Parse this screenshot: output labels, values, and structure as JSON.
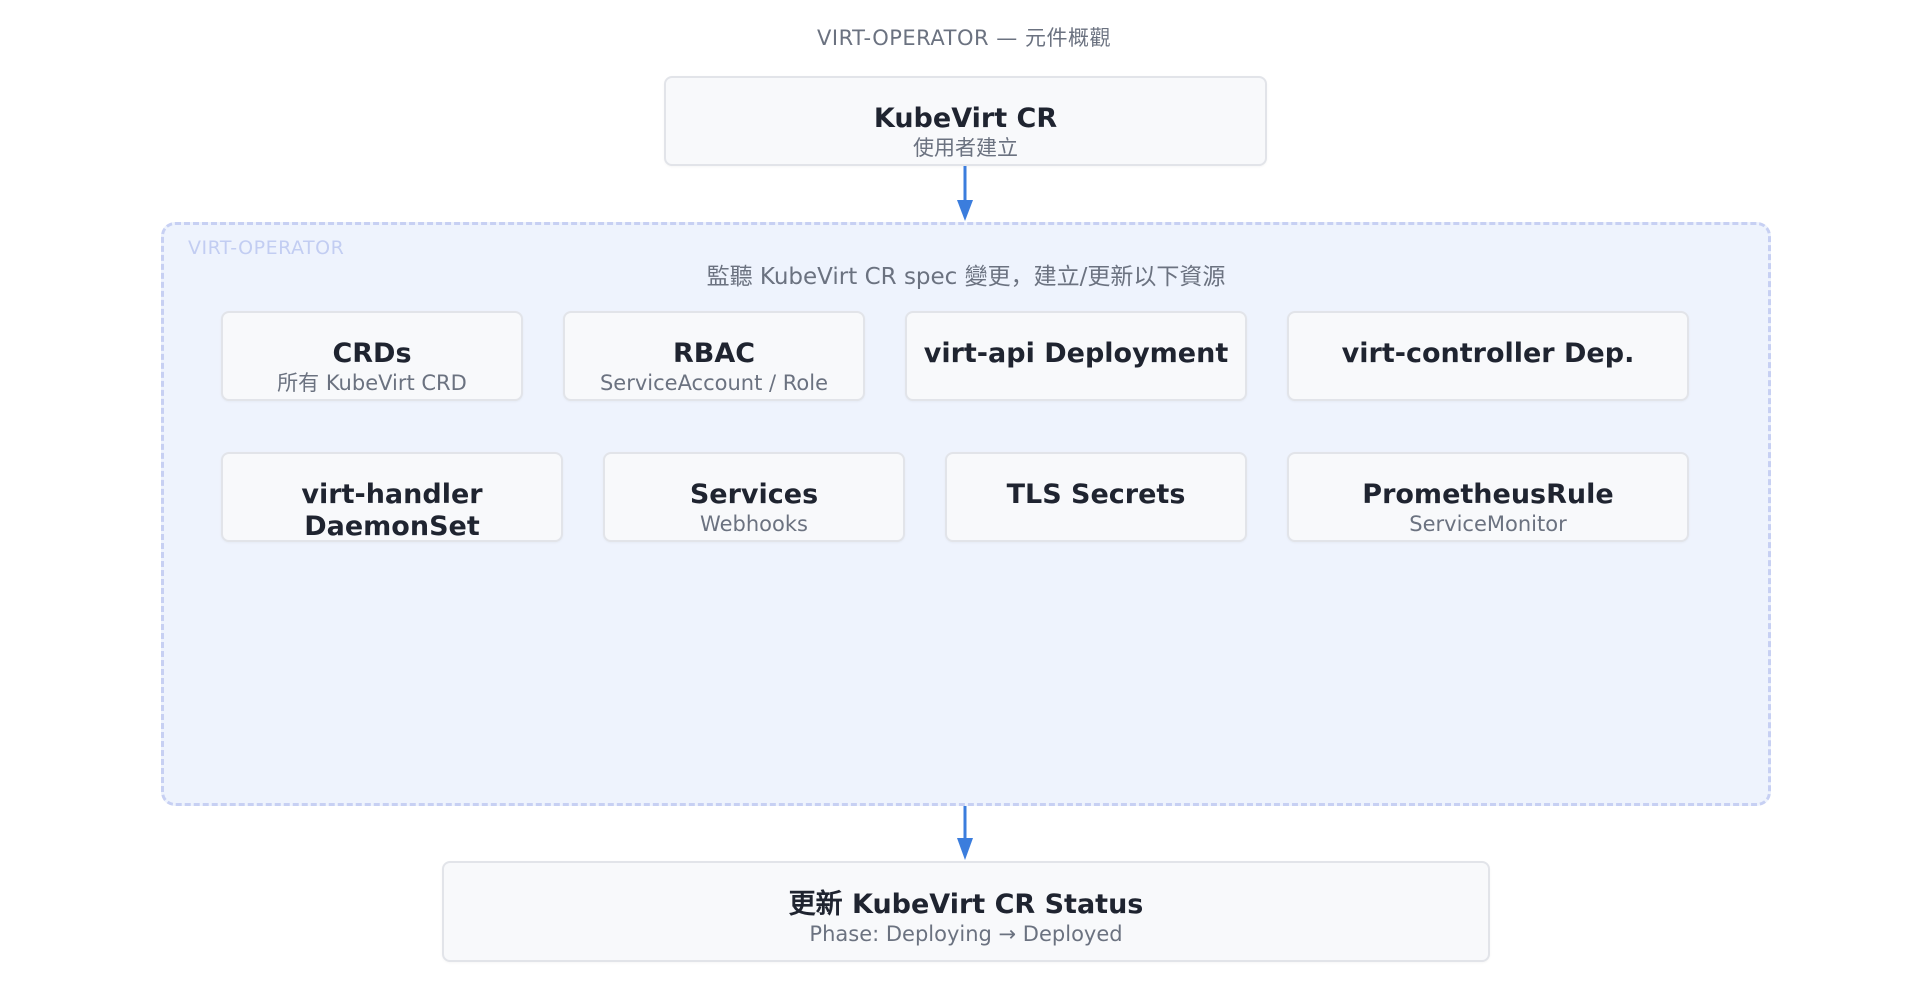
{
  "diagram": {
    "title": "VIRT-OPERATOR — 元件概觀",
    "source_node": {
      "title": "KubeVirt CR",
      "subtitle": "使用者建立"
    },
    "operator_group": {
      "label": "VIRT-OPERATOR",
      "description": "監聽 KubeVirt CR spec 變更，建立/更新以下資源",
      "resources": [
        {
          "title": "CRDs",
          "subtitle": "所有 KubeVirt CRD"
        },
        {
          "title": "RBAC",
          "subtitle": "ServiceAccount / Role"
        },
        {
          "title": "virt-api Deployment",
          "subtitle": ""
        },
        {
          "title": "virt-controller Dep.",
          "subtitle": ""
        },
        {
          "title": "virt-handler DaemonSet",
          "subtitle": ""
        },
        {
          "title": "Services",
          "subtitle": "Webhooks"
        },
        {
          "title": "TLS Secrets",
          "subtitle": ""
        },
        {
          "title": "PrometheusRule",
          "subtitle": "ServiceMonitor"
        }
      ]
    },
    "status_node": {
      "title": "更新 KubeVirt CR Status",
      "subtitle": "Phase: Deploying → Deployed"
    },
    "colors": {
      "arrow": "#3b7ddd",
      "group_border": "#c7d0f3",
      "group_fill": "#eef3fd",
      "node_fill": "#f8f9fb",
      "node_border": "#e2e4e9"
    }
  }
}
